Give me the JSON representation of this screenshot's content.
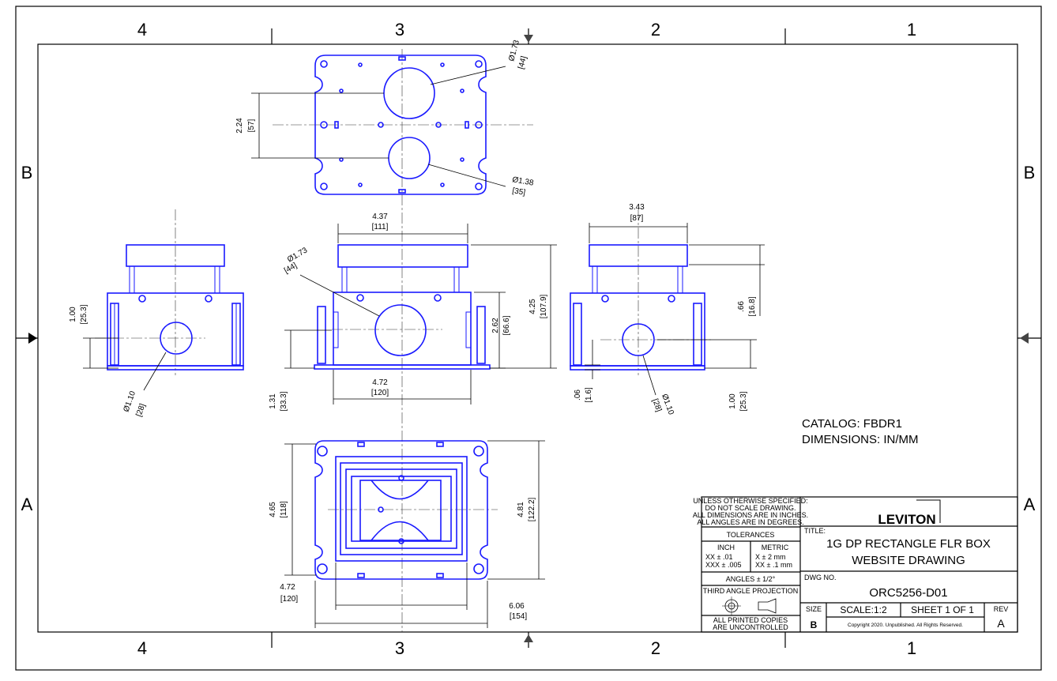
{
  "zones": {
    "top": [
      "4",
      "3",
      "2",
      "1"
    ],
    "bottom": [
      "4",
      "3",
      "2",
      "1"
    ],
    "left": [
      "B",
      "A"
    ],
    "right": [
      "B",
      "A"
    ]
  },
  "dims": {
    "top_view": {
      "d1_in": "Ø1.73",
      "d1_mm": "[44]",
      "d2_in": "Ø1.38",
      "d2_mm": "[35]",
      "spacing_in": "2.24",
      "spacing_mm": "[57]"
    },
    "left_view": {
      "h_in": "1.00",
      "h_mm": "[25.3]",
      "d_in": "Ø1.10",
      "d_mm": "[28]"
    },
    "front_view": {
      "top_w_in": "4.37",
      "top_w_mm": "[111]",
      "d_in": "Ø1.73",
      "d_mm": "[44]",
      "h1_in": "2.62",
      "h1_mm": "[66.6]",
      "h2_in": "4.25",
      "h2_mm": "[107.9]",
      "bot_w_in": "4.72",
      "bot_w_mm": "[120]",
      "side_in": "1.31",
      "side_mm": "[33.3]"
    },
    "right_view": {
      "w_in": "3.43",
      "w_mm": "[87]",
      "h_in": ".66",
      "h_mm": "[16.8]",
      "small_in": ".06",
      "small_mm": "[1.6]",
      "d_in": "Ø1.10",
      "d_mm": "[28]",
      "b_in": "1.00",
      "b_mm": "[25.3]"
    },
    "bottom_view": {
      "h1_in": "4.65",
      "h1_mm": "[118]",
      "h2_in": "4.81",
      "h2_mm": "[122.2]",
      "w1_in": "4.72",
      "w1_mm": "[120]",
      "w2_in": "6.06",
      "w2_mm": "[154]"
    }
  },
  "notes": {
    "catalog": "CATALOG: FBDR1",
    "dimensions": "DIMENSIONS: IN/MM"
  },
  "title_block": {
    "unless": [
      "UNLESS OTHERWISE SPECIFIED:",
      "DO NOT SCALE DRAWING.",
      "ALL DIMENSIONS ARE IN INCHES.",
      "ALL ANGLES ARE IN DEGREES."
    ],
    "tolerances": "TOLERANCES",
    "inch": "INCH",
    "metric": "METRIC",
    "inch_xx": "XX   ± .01",
    "inch_xxx": "XXX  ± .005",
    "metric_x": "X     ± 2 mm",
    "metric_xx": "XX   ± .1 mm",
    "angles": "ANGLES ± 1/2°",
    "projection": "THIRD ANGLE PROJECTION",
    "printed1": "ALL PRINTED COPIES",
    "printed2": "ARE UNCONTROLLED",
    "logo": "LEVITON",
    "title_label": "TITLE:",
    "title1": "1G DP RECTANGLE FLR BOX",
    "title2": "WEBSITE DRAWING",
    "dwg_label": "DWG NO.",
    "dwg_no": "ORC5256-D01",
    "size_label": "SIZE",
    "size": "B",
    "scale": "SCALE:1:2",
    "sheet": "SHEET 1 OF 1",
    "rev_label": "REV",
    "rev": "A",
    "copyright": "Copyright 2020. Unpublished. All Rights Reserved."
  }
}
